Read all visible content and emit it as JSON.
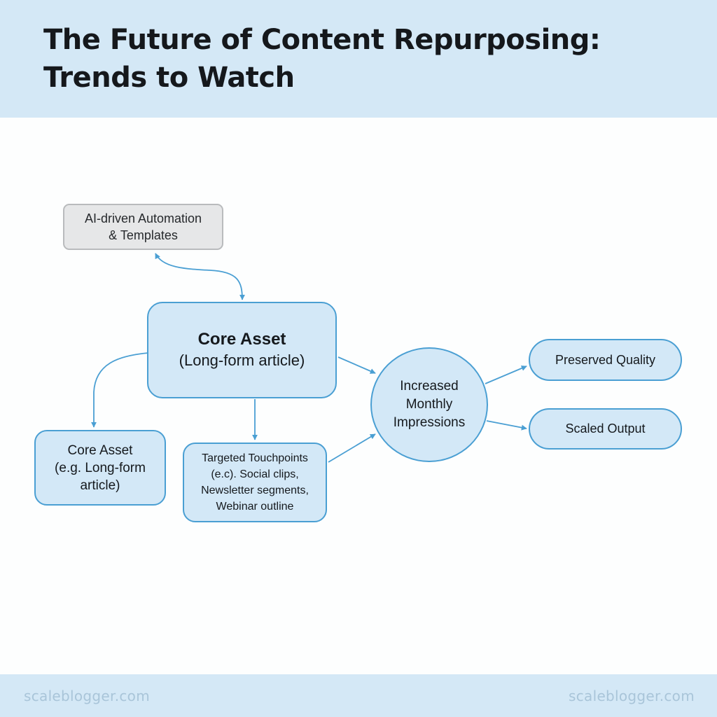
{
  "header": {
    "title_line1": "The Future of Content Repurposing:",
    "title_line2": "Trends to Watch"
  },
  "nodes": {
    "ai_automation": {
      "line1": "AI-driven Automation",
      "line2": "& Templates"
    },
    "core_asset": {
      "line1": "Core Asset",
      "line2": "(Long-form article)"
    },
    "core_asset_left": {
      "line1": "Core Asset",
      "line2": "(e.g. Long-form",
      "line3": "article)"
    },
    "touchpoints": {
      "line1": "Targeted Touchpoints",
      "line2": "(e.c). Social clips,",
      "line3": "Newsletter segments,",
      "line4": "Webinar outline"
    },
    "impressions": {
      "line1": "Increased",
      "line2": "Monthly",
      "line3": "Impressions"
    },
    "preserved_quality": {
      "label": "Preserved Quality"
    },
    "scaled_output": {
      "label": "Scaled Output"
    }
  },
  "footer": {
    "watermark_left": "scaleblogger.com",
    "watermark_right": "scaleblogger.com"
  },
  "colors": {
    "header_bg": "#d4e8f6",
    "node_fill": "#d3e8f7",
    "node_border": "#4a9fd3",
    "ai_node_fill": "#e6e7e8",
    "connector": "#4a9fd3"
  }
}
